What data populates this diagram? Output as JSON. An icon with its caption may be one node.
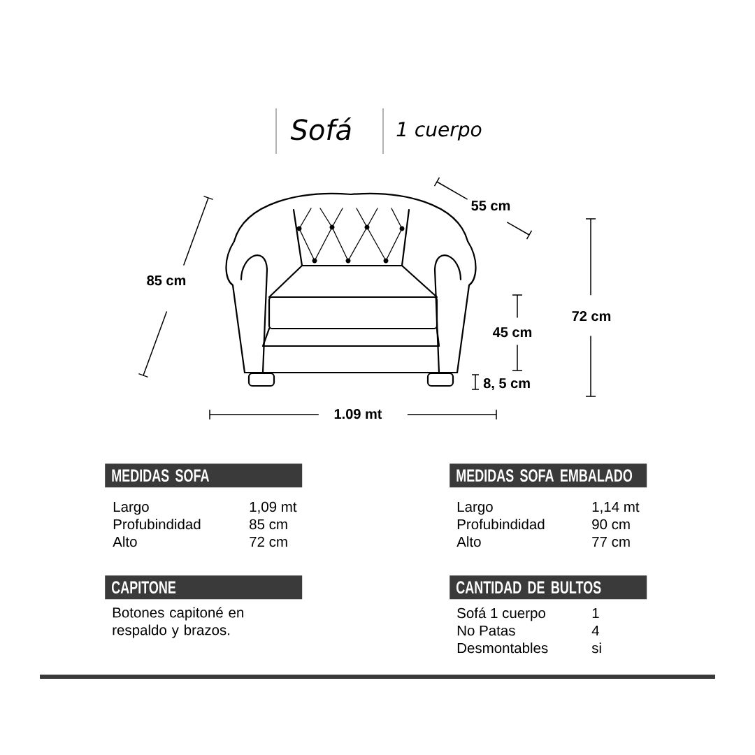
{
  "diagram": {
    "title": "Sofá",
    "nodes": [
      {
        "text": [
          "MEDIDAS SOFA"
        ]
      },
      {
        "text": [
          "MEDIDAS SOFA EMBALADO"
        ]
      },
      {
        "text": [
          "CAPITONE"
        ]
      },
      {
        "text": [
          "CANTIDAD DE BULTOS"
        ]
      }
    ],
    "labels": [
      "1 cuerpo",
      "55 cm",
      "85 cm",
      "72 cm",
      "45 cm",
      "8, 5 cm",
      "1.09 mt",
      "Largo",
      "1,09 mt",
      "Profubindidad",
      "85 cm",
      "Alto",
      "72 cm",
      "Largo",
      "1,14 mt",
      "Profubindidad",
      "90 cm",
      "Alto",
      "77 cm",
      "Botones capitoné en respaldo y brazos.",
      "Sofá 1 cuerpo",
      "1",
      "No Patas",
      "4",
      "Desmontables",
      "si"
    ]
  }
}
